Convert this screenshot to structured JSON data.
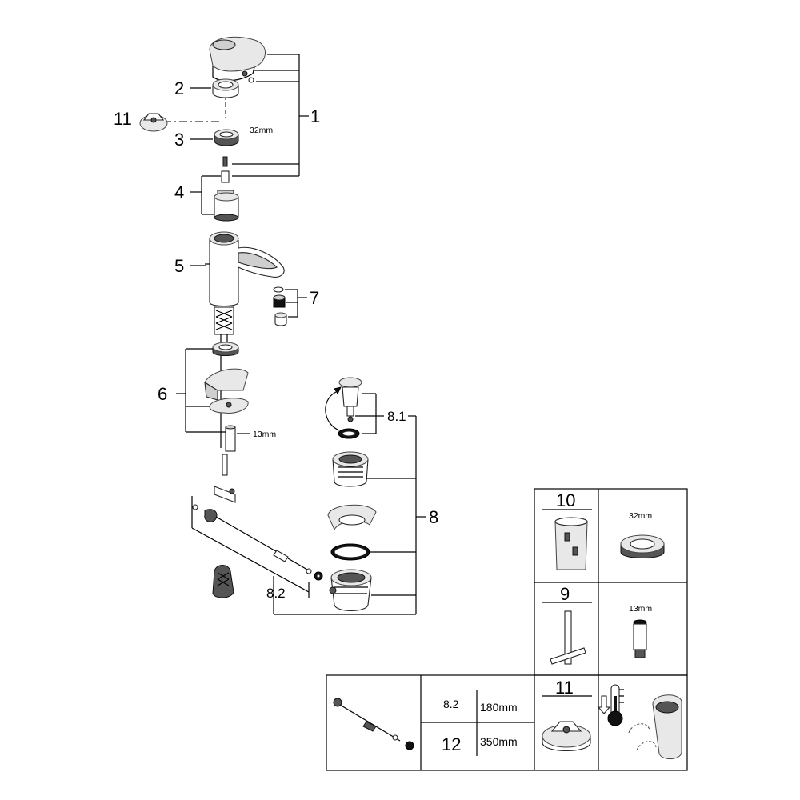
{
  "callouts": {
    "c1": "1",
    "c2": "2",
    "c3": "3",
    "c4": "4",
    "c5": "5",
    "c6": "6",
    "c7": "7",
    "c8": "8",
    "c8_1": "8.1",
    "c8_2": "8.2",
    "c11": "11"
  },
  "dimensions": {
    "d32_main": "32mm",
    "d13_main": "13mm"
  },
  "table": {
    "part10": "10",
    "part10_size": "32mm",
    "part9": "9",
    "part9_size": "13mm",
    "part11": "11",
    "row1_part": "8.2",
    "row1_length": "180mm",
    "row2_part": "12",
    "row2_length": "350mm"
  }
}
